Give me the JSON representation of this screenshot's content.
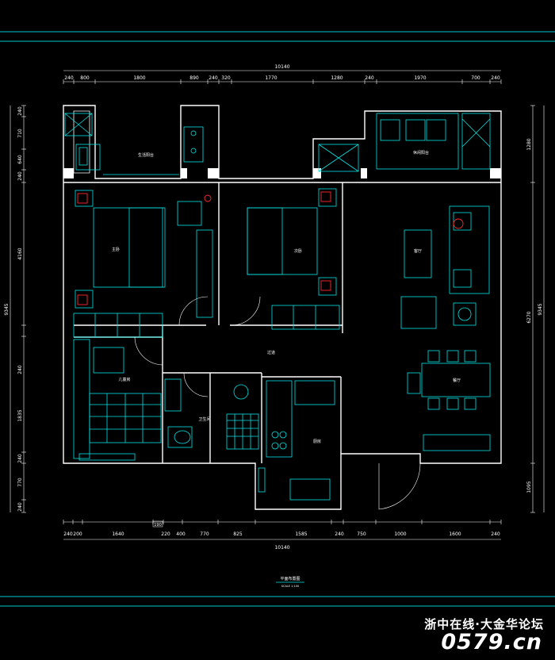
{
  "dimensions": {
    "top_total": "10140",
    "top_segments": [
      "240",
      "800",
      "1800",
      "890",
      "240",
      "320",
      "1770",
      "1280",
      "240",
      "1970",
      "700",
      "240"
    ],
    "bottom_total": "10140",
    "bottom_segments": [
      "240",
      "200",
      "1640",
      "220",
      "400",
      "770",
      "825",
      "1585",
      "240",
      "750",
      "1000",
      "1600",
      "240"
    ],
    "bottom_small": "190",
    "left_total": "9345",
    "left_segments": [
      "240",
      "710",
      "640",
      "240",
      "4160",
      "240",
      "1835",
      "240",
      "770",
      "240"
    ],
    "right_total": "9345",
    "right_segments": [
      "1280",
      "6270",
      "1095"
    ]
  },
  "rooms": {
    "balcony_left": "生活阳台",
    "balcony_right": "休闲阳台",
    "master_bedroom": "主卧",
    "second_bedroom": "次卧",
    "living_room": "客厅",
    "corridor": "过道",
    "kids_room": "儿童房",
    "bathroom": "卫生间",
    "kitchen": "厨房",
    "dining_room": "餐厅"
  },
  "title_block": {
    "title": "平面布置图",
    "scale": "SCALE 1:100"
  },
  "watermark": {
    "line1": "浙中在线·大金华论坛",
    "line2": "0579.cn"
  },
  "colors": {
    "background": "#000000",
    "wall": "#ffffff",
    "furniture": "#00e5e5",
    "frame": "#00c8c8",
    "accent": "#ff2a2a"
  }
}
